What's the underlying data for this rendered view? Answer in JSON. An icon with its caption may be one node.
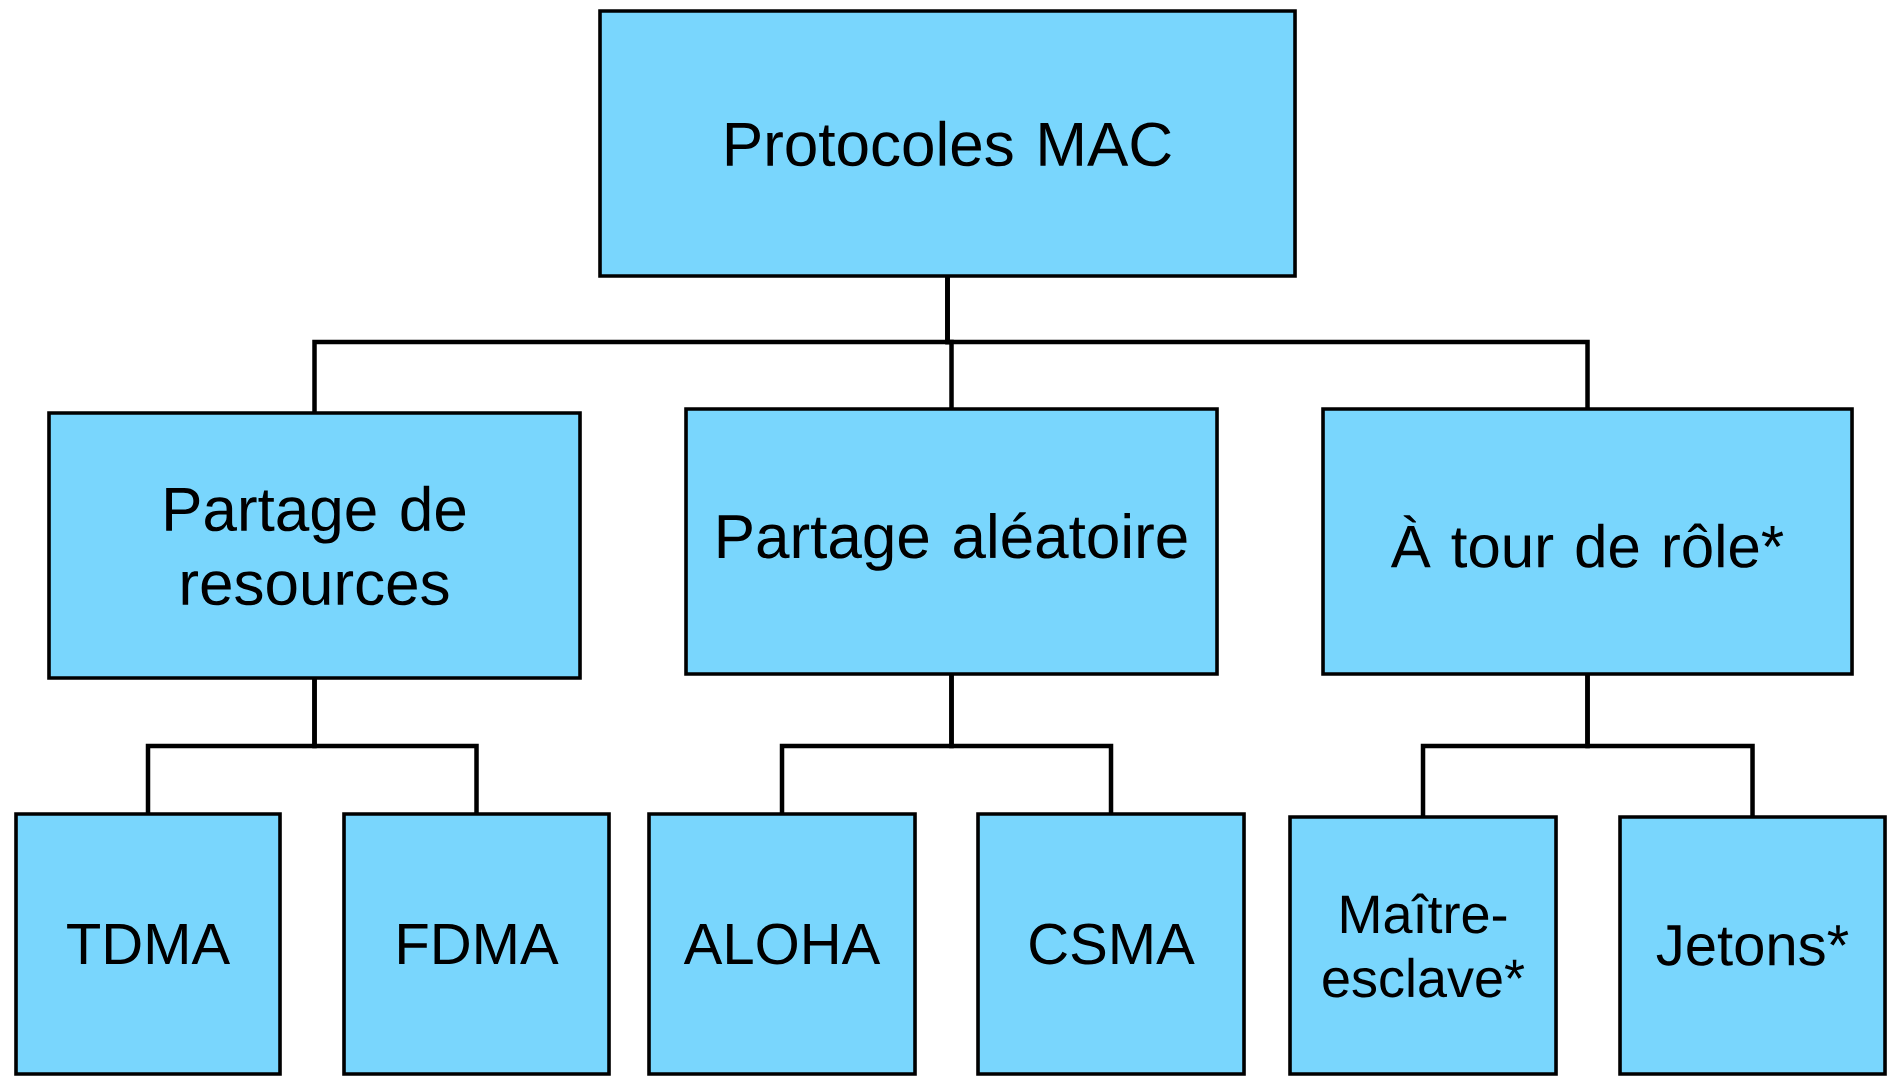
{
  "diagram": {
    "nodes": [
      {
        "text": [
          "Protocoles MAC"
        ]
      },
      {
        "text": [
          "Partage de resources"
        ]
      },
      {
        "text": [
          "Partage aléatoire"
        ]
      },
      {
        "text": [
          "À tour de rôle*"
        ]
      },
      {
        "text": [
          "TDMA"
        ]
      },
      {
        "text": [
          "FDMA"
        ]
      },
      {
        "text": [
          "ALOHA"
        ]
      },
      {
        "text": [
          "CSMA"
        ]
      },
      {
        "text": [
          "Maître-esclave*"
        ]
      },
      {
        "text": [
          "Jetons*"
        ]
      }
    ],
    "edges": [
      {
        "from": 0,
        "to": 1,
        "arrow": "none"
      },
      {
        "from": 0,
        "to": 2,
        "arrow": "none"
      },
      {
        "from": 0,
        "to": 3,
        "arrow": "none"
      },
      {
        "from": 1,
        "to": 4,
        "arrow": "none"
      },
      {
        "from": 1,
        "to": 5,
        "arrow": "none"
      },
      {
        "from": 2,
        "to": 6,
        "arrow": "none"
      },
      {
        "from": 2,
        "to": 7,
        "arrow": "none"
      },
      {
        "from": 3,
        "to": 8,
        "arrow": "none"
      },
      {
        "from": 3,
        "to": 9,
        "arrow": "none"
      }
    ]
  }
}
